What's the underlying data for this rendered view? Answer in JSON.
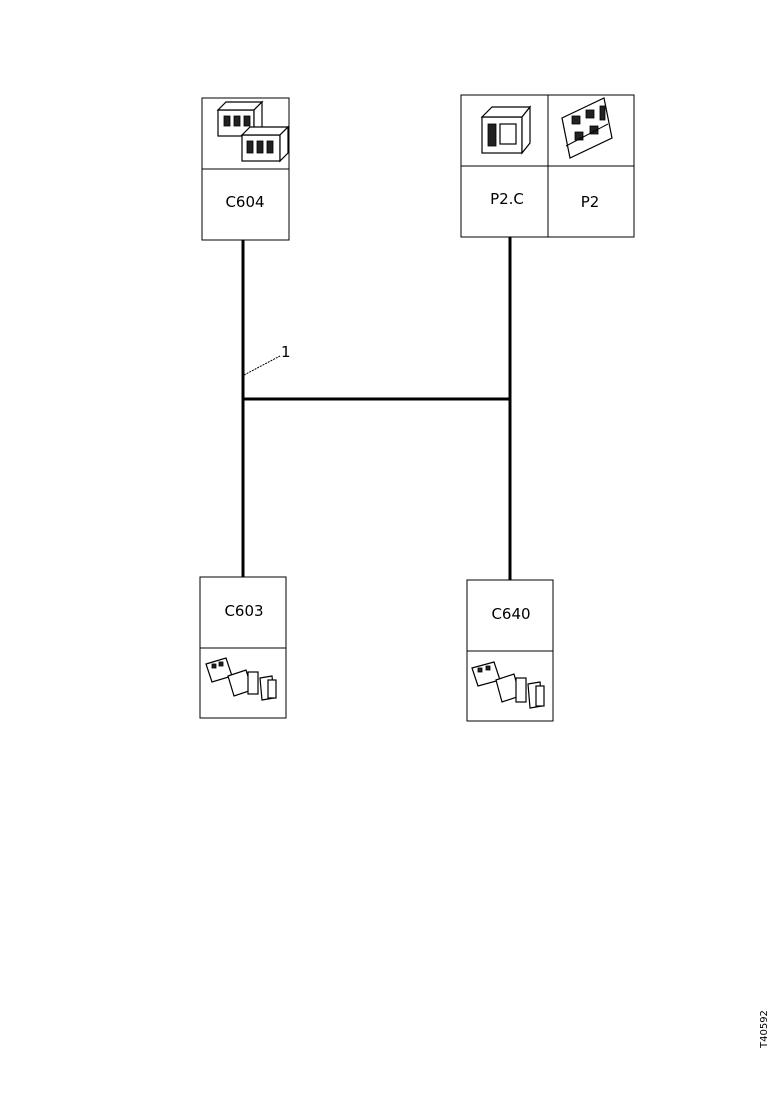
{
  "nodes": {
    "c604": {
      "label": "C604",
      "picture": "relay-module-icon"
    },
    "p2c": {
      "label": "P2.C",
      "picture": "relay-block-icon"
    },
    "p2": {
      "label": "P2",
      "picture": "circuit-board-icon"
    },
    "c603": {
      "label": "C603",
      "picture": "connector-icon"
    },
    "c640": {
      "label": "C640",
      "picture": "connector-icon"
    }
  },
  "callout": {
    "number": "1"
  },
  "figure_code": "T40592"
}
